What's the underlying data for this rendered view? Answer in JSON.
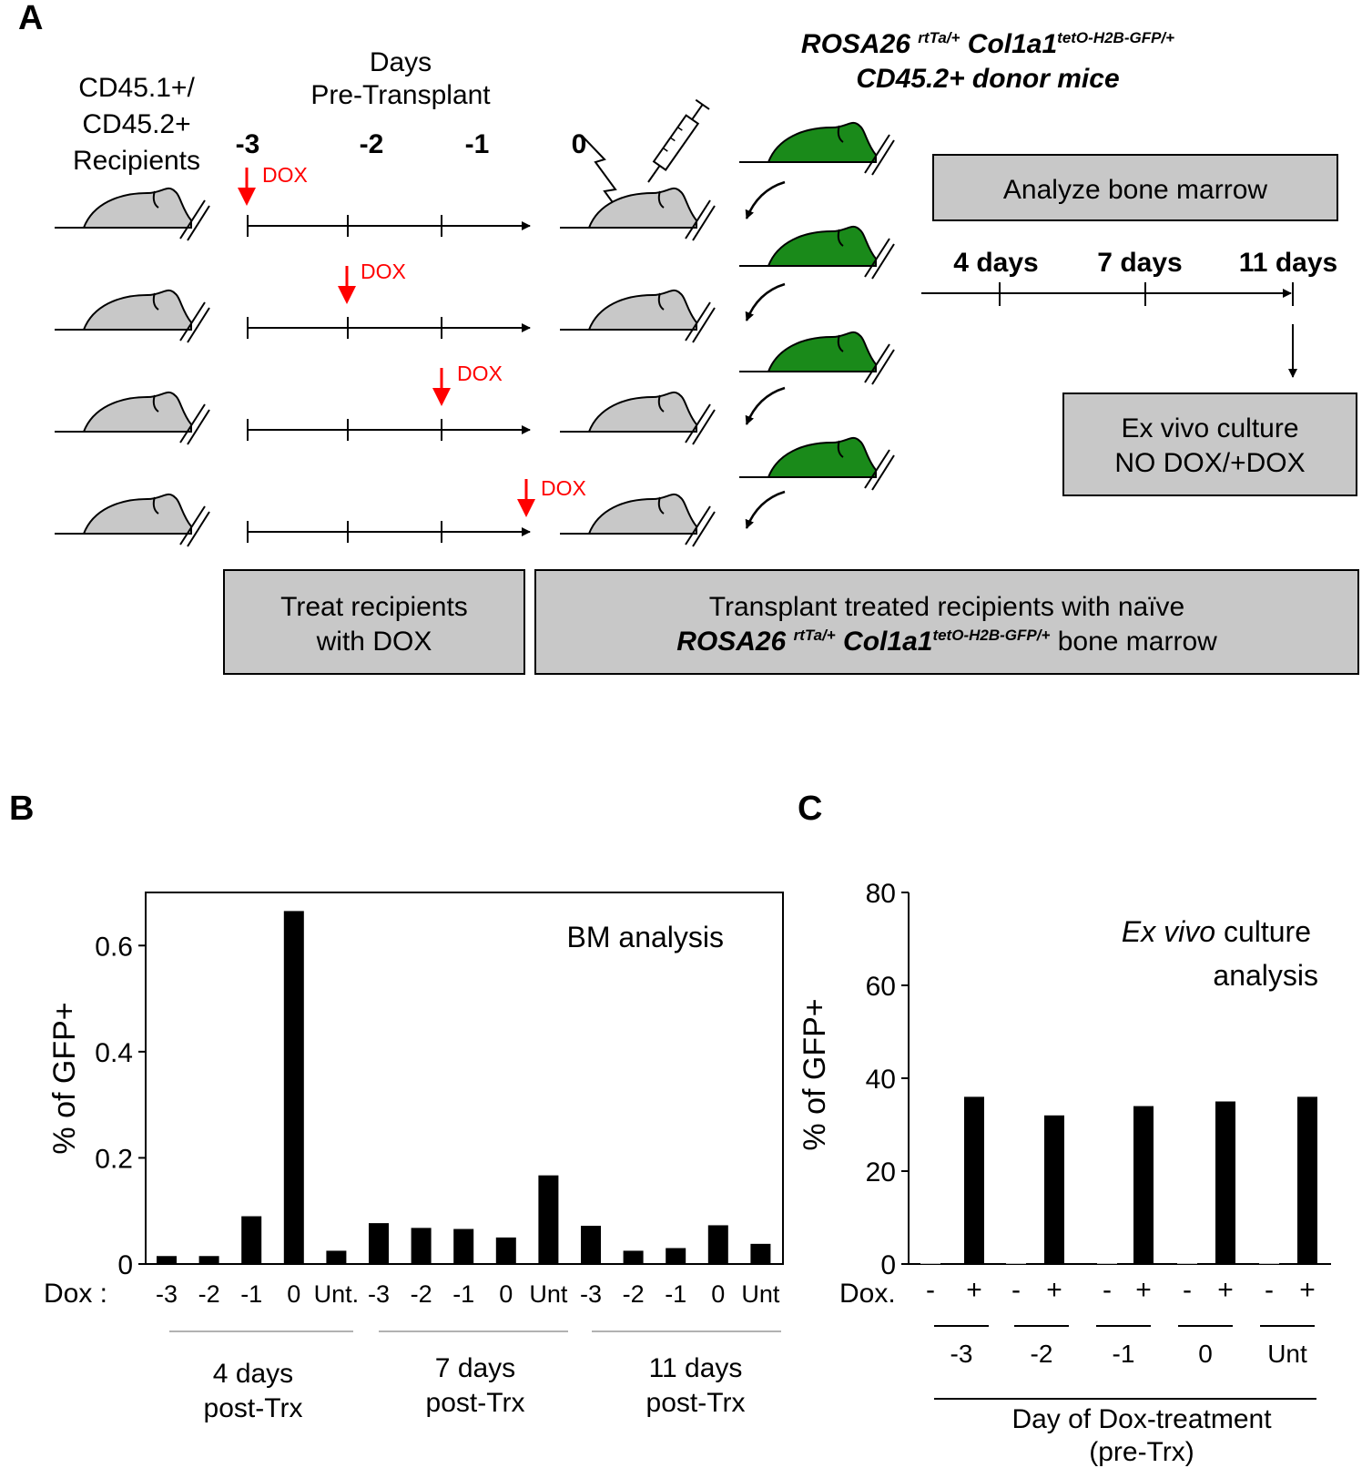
{
  "panelA": {
    "label": "A",
    "recipients_label": [
      "CD45.1+/",
      "CD45.2+",
      "Recipients"
    ],
    "days_label": [
      "Days",
      "Pre-Transplant"
    ],
    "day_ticks": [
      "-3",
      "-2",
      "-1",
      "0"
    ],
    "dox_label": "DOX",
    "donor_title": {
      "l1_a": "ROSA26 ",
      "l1_sup1": "rtTa/+",
      "l1_b": " Col1a1",
      "l1_sup2": "tetO-H2B-GFP/+",
      "l2": "CD45.2+ donor mice"
    },
    "analyze_box": "Analyze bone marrow",
    "analysis_days": [
      "4 days",
      "7 days",
      "11 days"
    ],
    "exvivo_box": [
      "Ex vivo culture",
      "NO DOX/+DOX"
    ],
    "treat_box": [
      "Treat recipients",
      "with DOX"
    ],
    "transplant_box": {
      "line1": "Transplant treated recipients with naïve",
      "l2_a": "ROSA26 ",
      "l2_sup1": "rtTa/+",
      "l2_b": " Col1a1",
      "l2_sup2": "tetO-H2B-GFP/+",
      "l2_c": " bone marrow"
    }
  },
  "panelB": {
    "label": "B",
    "chart_data": {
      "type": "bar",
      "title": "BM analysis",
      "ylabel": "% of GFP+",
      "ylim": [
        0,
        0.7
      ],
      "yticks": [
        0,
        0.2,
        0.4,
        0.6
      ],
      "ytick_labels": [
        "0",
        "0.2",
        "0.4",
        "0.6"
      ],
      "row_label": "Dox :",
      "categories": [
        "-3",
        "-2",
        "-1",
        "0",
        "Unt.",
        "-3",
        "-2",
        "-1",
        "0",
        "Unt",
        "-3",
        "-2",
        "-1",
        "0",
        "Unt"
      ],
      "values": [
        0.015,
        0.015,
        0.09,
        0.665,
        0.025,
        0.077,
        0.068,
        0.066,
        0.05,
        0.167,
        0.072,
        0.025,
        0.03,
        0.073,
        0.038
      ],
      "groups": [
        {
          "label": [
            "4 days",
            "post-Trx"
          ]
        },
        {
          "label": [
            "7 days",
            "post-Trx"
          ]
        },
        {
          "label": [
            "11 days",
            "post-Trx"
          ]
        }
      ]
    }
  },
  "panelC": {
    "label": "C",
    "chart_data": {
      "type": "bar",
      "title_italic": "Ex vivo",
      "title_rest": " culture",
      "title_line2": "analysis",
      "ylabel": "% of GFP+",
      "ylim": [
        0,
        80
      ],
      "yticks": [
        0,
        20,
        40,
        60,
        80
      ],
      "ytick_labels": [
        "0",
        "20",
        "40",
        "60",
        "80"
      ],
      "row_label": "Dox.",
      "categories": [
        "-",
        "+",
        "-",
        "+",
        "-",
        "+",
        "-",
        "+",
        "-",
        "+"
      ],
      "values": [
        0.2,
        36,
        0.2,
        32,
        0.2,
        34,
        0.2,
        35,
        0.2,
        36
      ],
      "groups": [
        "-3",
        "-2",
        "-1",
        "0",
        "Unt"
      ],
      "xlabel": [
        "Day of Dox-treatment",
        "(pre-Trx)"
      ]
    }
  }
}
